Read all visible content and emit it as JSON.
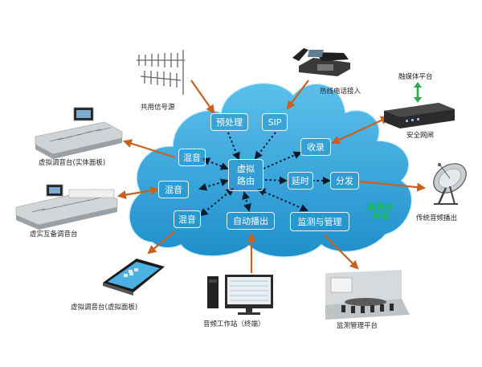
{
  "nodes": {
    "preprocess": "预处理",
    "sip": "SIP",
    "mix1": "混音",
    "mix2": "混音",
    "mix3": "混音",
    "virtual_router": "虚拟\n路由",
    "record": "收录",
    "delay": "延时",
    "distribute": "分发",
    "auto_playout": "自动播出",
    "monitor_manage": "监测与管理"
  },
  "cloud_tag": {
    "line1": "私有云",
    "line2": "平台"
  },
  "labels": {
    "shared_signal": "共用信号源",
    "hotline": "热线电话接入",
    "media_platform": "融媒体平台",
    "security_gateway": "安全网闸",
    "virtual_console_physical": "虚拟调音台(实体面板)",
    "virtual_backup_console": "虚实互备调音台",
    "traditional_audio_out": "传统音频播出",
    "virtual_console_panel": "虚拟调音台(虚拟面板)",
    "audio_workstation": "音频工作站（终端）",
    "monitoring_platform": "监测管理平台"
  },
  "colors": {
    "cloud": "#2f9fd6",
    "arrow": "#c8601e",
    "dotted": "#0b1a2e",
    "box_border": "#e8f6ff",
    "tag": "#11c24a",
    "sync_arrow": "#2ea84a"
  }
}
